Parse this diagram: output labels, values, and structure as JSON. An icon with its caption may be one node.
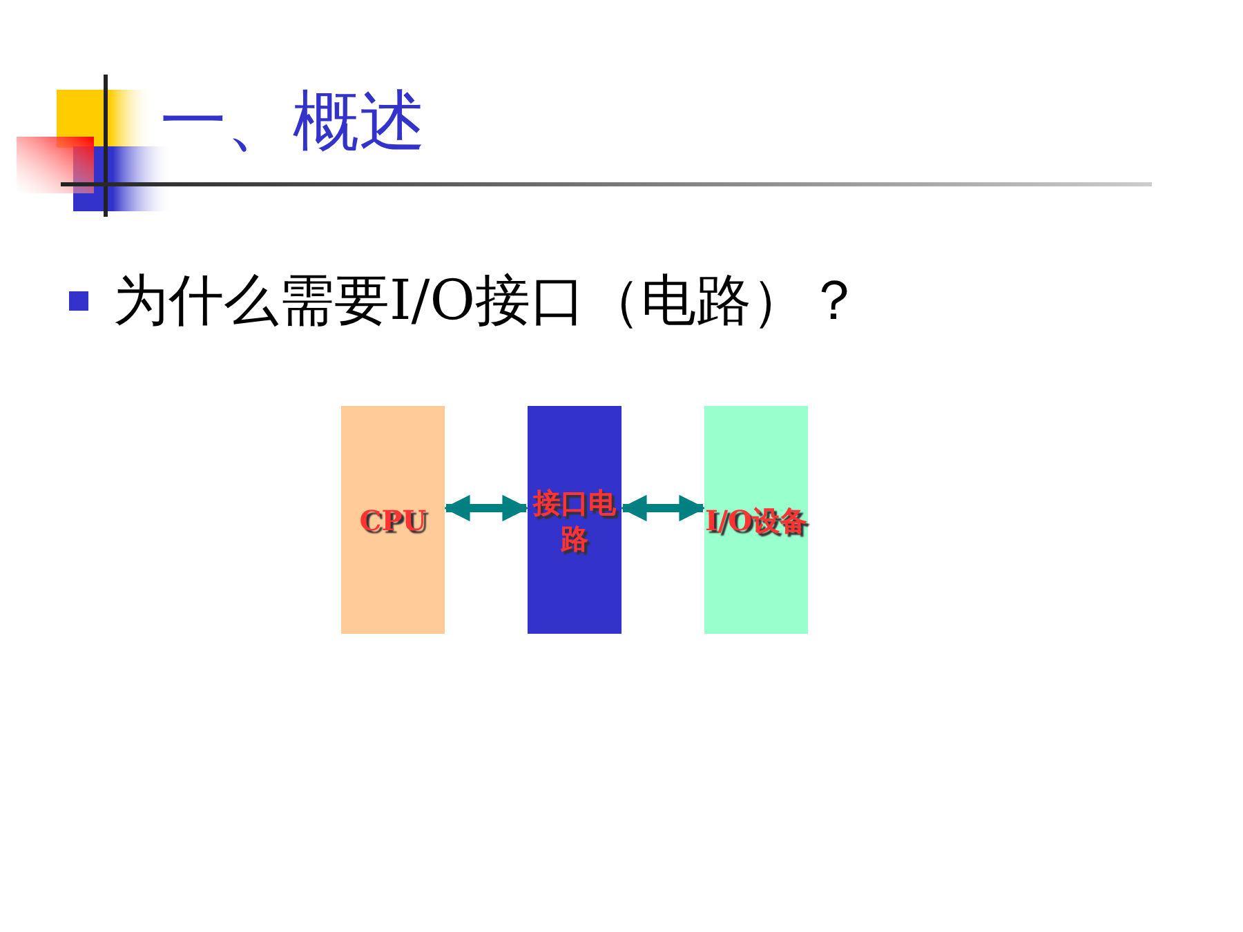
{
  "diagram": {
    "title": "一、概述",
    "nodes": [
      {
        "text": [
          "CPU"
        ]
      },
      {
        "text": [
          "接口电路"
        ]
      },
      {
        "text": [
          "I/O设备"
        ]
      }
    ],
    "edges": [
      {
        "from": 0,
        "to": 1,
        "arrow": "both"
      },
      {
        "from": 1,
        "to": 2,
        "arrow": "both"
      }
    ],
    "labels": [
      "为什么需要I/O接口（电路）？"
    ]
  }
}
